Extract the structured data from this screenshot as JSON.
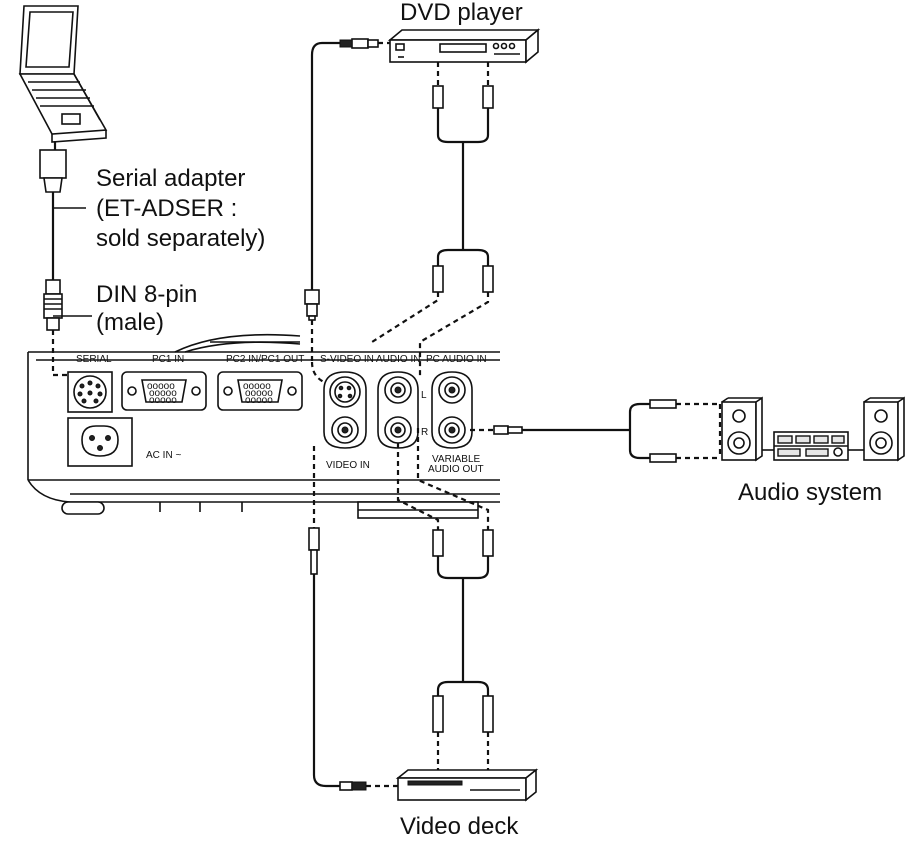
{
  "labels": {
    "dvd_player": "DVD player",
    "serial_adapter_line1": "Serial adapter",
    "serial_adapter_line2": "(ET-ADSER :",
    "serial_adapter_line3": "sold separately)",
    "din_line1": "DIN 8-pin",
    "din_line2": "(male)",
    "audio_system": "Audio system",
    "video_deck": "Video deck"
  },
  "panel": {
    "serial": "SERIAL",
    "pc1_in": "PC1 IN",
    "pc2_in_pc1_out": "PC2 IN/PC1 OUT",
    "s_video_in": "S-VIDEO IN",
    "audio_in": "AUDIO IN",
    "pc_audio_in": "PC AUDIO IN",
    "ac_in": "AC IN ~",
    "video_in": "VIDEO IN",
    "variable_line1": "VARIABLE",
    "variable_line2": "AUDIO OUT",
    "left_channel": "L",
    "right_channel": "R"
  },
  "icons": [
    "laptop-icon",
    "dvd-player-icon",
    "video-deck-icon",
    "speaker-icon",
    "amplifier-icon",
    "projector-rear-panel"
  ]
}
